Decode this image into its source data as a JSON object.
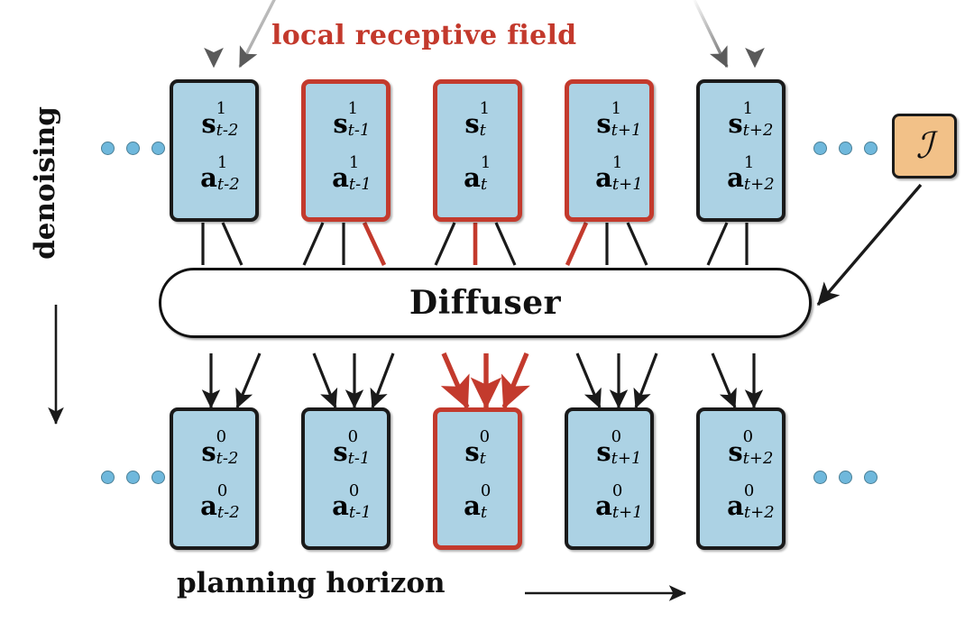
{
  "diagram": {
    "title_annotation": "local receptive field",
    "module_label": "Diffuser",
    "objective_symbol": "ℐ",
    "left_axis_label": "denoising",
    "bottom_axis_label": "planning horizon",
    "colors": {
      "box_fill": "#ACD2E4",
      "box_border": "#1a1a1a",
      "highlight": "#C33A2D",
      "annotation_text": "#C3392C",
      "objective_fill": "#F2C188",
      "dot_fill": "#6FB8DC",
      "module_fill": "#FFFFFF",
      "background": "#FFFFFF"
    },
    "timesteps": [
      "t-2",
      "t-1",
      "t",
      "t+1",
      "t+2"
    ]
  },
  "rows": [
    {
      "name": "noisy-row",
      "denoise_level": "1",
      "cells": [
        {
          "state_base": "s",
          "action_base": "a",
          "superscript": "1",
          "subscript": "t-2",
          "highlighted": false
        },
        {
          "state_base": "s",
          "action_base": "a",
          "superscript": "1",
          "subscript": "t-1",
          "highlighted": true
        },
        {
          "state_base": "s",
          "action_base": "a",
          "superscript": "1",
          "subscript": "t",
          "highlighted": true
        },
        {
          "state_base": "s",
          "action_base": "a",
          "superscript": "1",
          "subscript": "t+1",
          "highlighted": true
        },
        {
          "state_base": "s",
          "action_base": "a",
          "superscript": "1",
          "subscript": "t+2",
          "highlighted": false
        }
      ]
    },
    {
      "name": "denoised-row",
      "denoise_level": "0",
      "cells": [
        {
          "state_base": "s",
          "action_base": "a",
          "superscript": "0",
          "subscript": "t-2",
          "highlighted": false
        },
        {
          "state_base": "s",
          "action_base": "a",
          "superscript": "0",
          "subscript": "t-1",
          "highlighted": false
        },
        {
          "state_base": "s",
          "action_base": "a",
          "superscript": "0",
          "subscript": "t",
          "highlighted": true
        },
        {
          "state_base": "s",
          "action_base": "a",
          "superscript": "0",
          "subscript": "t+1",
          "highlighted": false
        },
        {
          "state_base": "s",
          "action_base": "a",
          "superscript": "0",
          "subscript": "t+2",
          "highlighted": false
        }
      ]
    }
  ],
  "ellipsis": {
    "dot_count": 3,
    "groups": [
      "top-left",
      "top-right",
      "bottom-left",
      "bottom-right"
    ]
  }
}
